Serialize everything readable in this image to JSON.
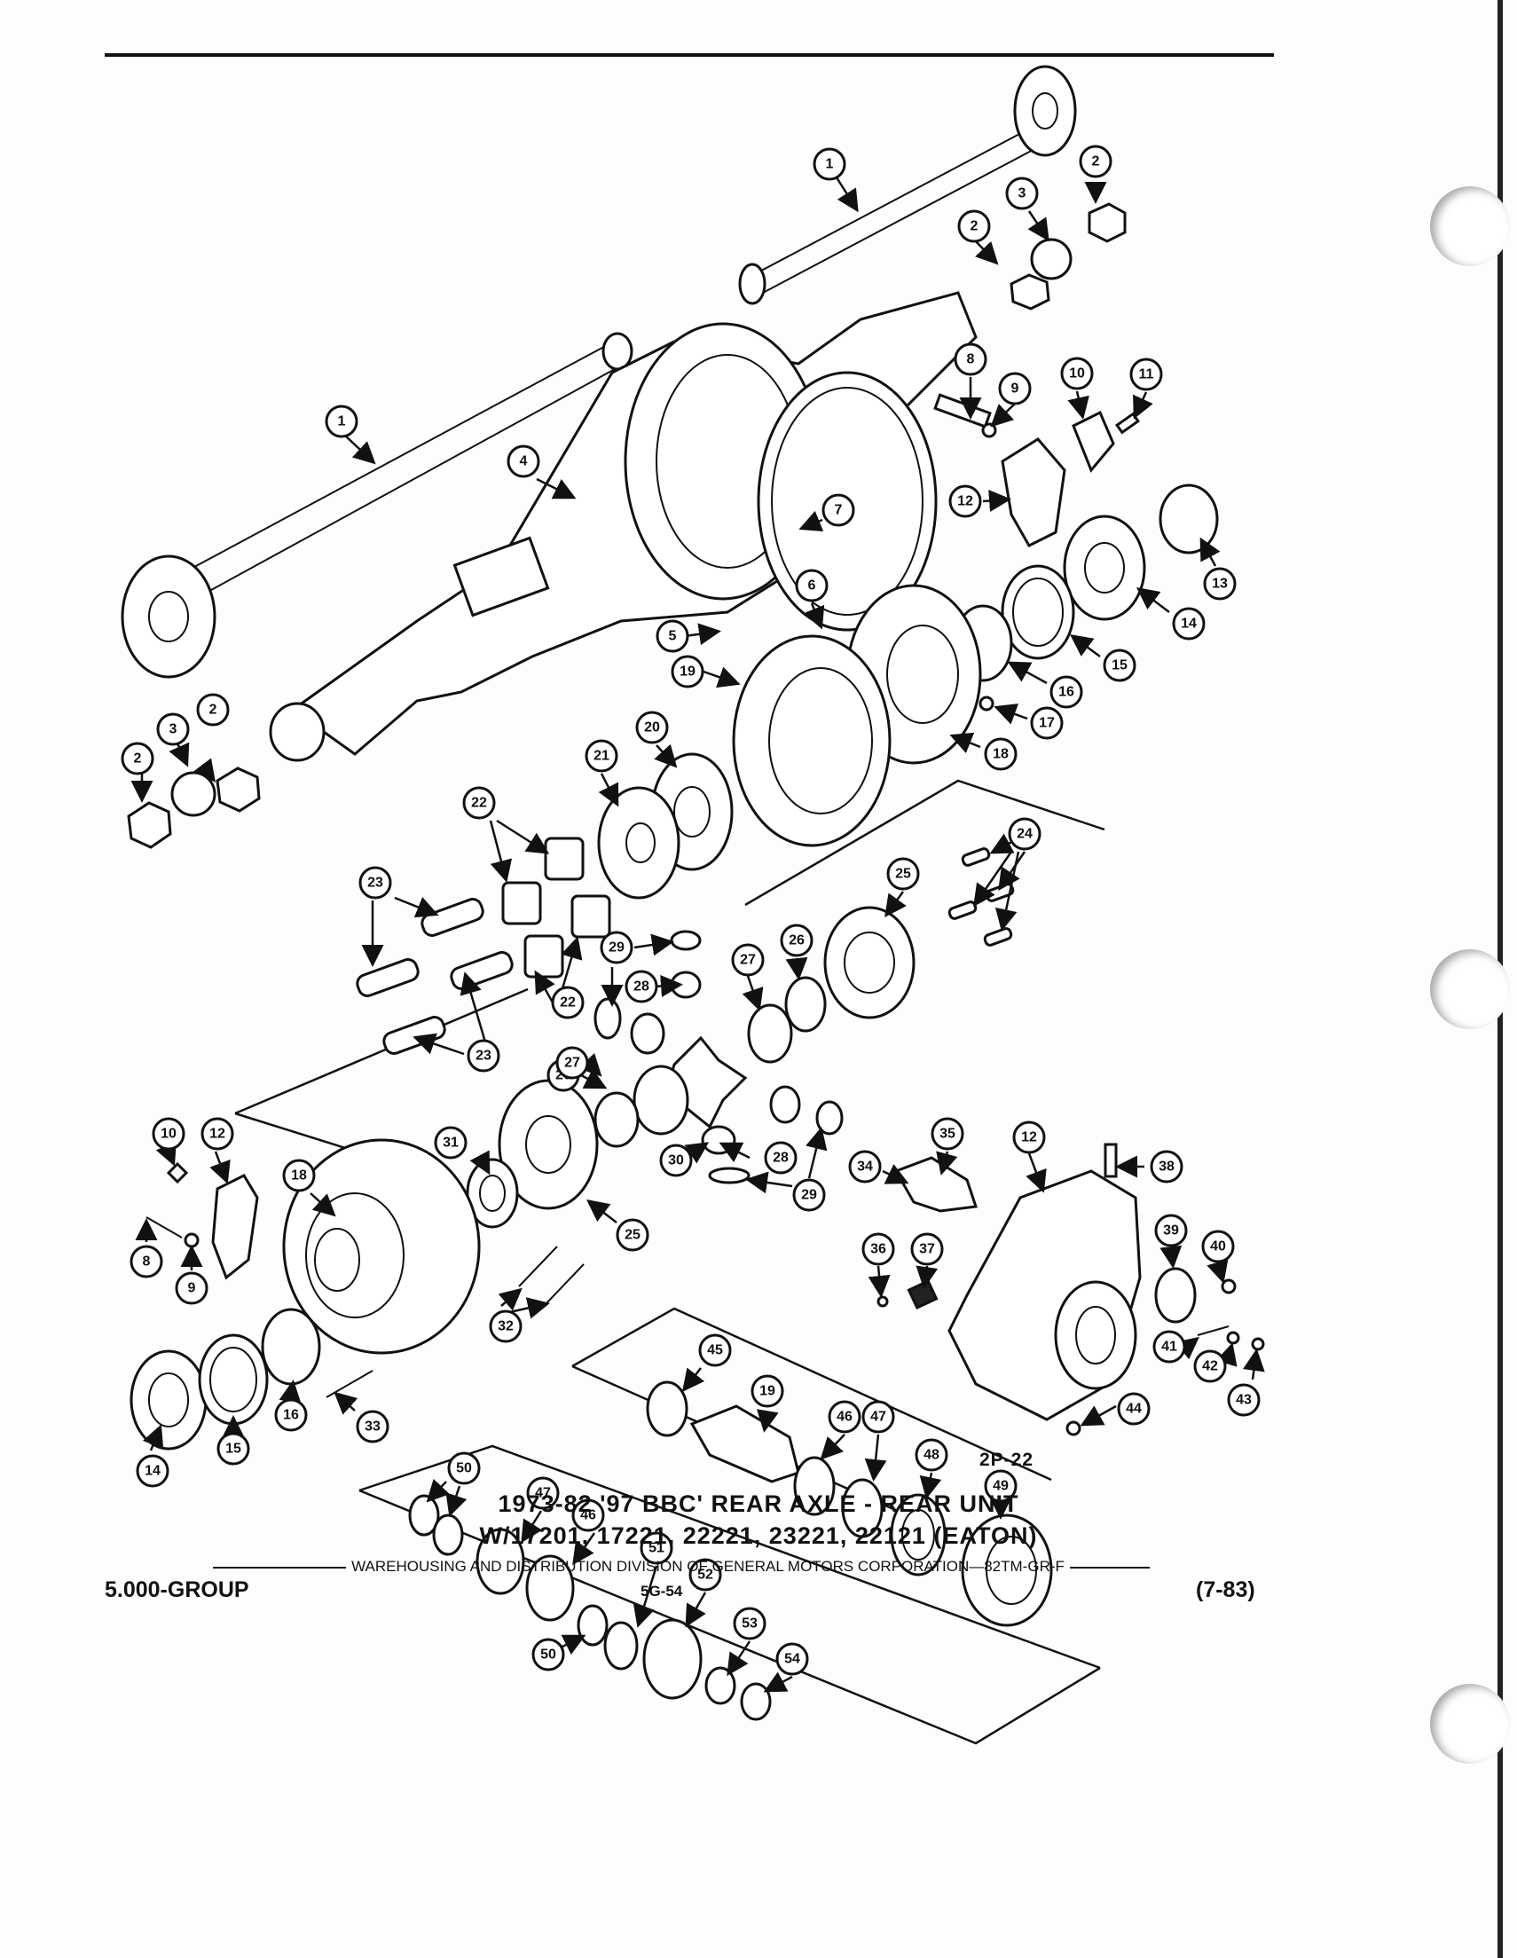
{
  "figure": {
    "figure_number": "2P-22",
    "title_line_1": "1973-82 '97 BBC' REAR AXLE - REAR UNIT",
    "title_line_2": "W/17201, 17221, 22221, 23221, 22121 (EATON)"
  },
  "footer": {
    "publisher": "WAREHOUSING AND DISTRIBUTION  DIVISION OF GENERAL MOTORS CORPORATION—82TM-GR-F",
    "group": "5.000-GROUP",
    "page_number": "5G-54",
    "date_code": "(7-83)"
  },
  "callouts": [
    "1",
    "2",
    "3",
    "4",
    "5",
    "6",
    "7",
    "8",
    "9",
    "10",
    "11",
    "12",
    "13",
    "14",
    "15",
    "16",
    "17",
    "18",
    "19",
    "20",
    "21",
    "22",
    "23",
    "24",
    "25",
    "26",
    "27",
    "28",
    "29",
    "30",
    "31",
    "32",
    "33",
    "34",
    "35",
    "36",
    "37",
    "38",
    "39",
    "40",
    "41",
    "42",
    "43",
    "44",
    "45",
    "46",
    "47",
    "48",
    "49",
    "50",
    "51",
    "52",
    "53",
    "54"
  ],
  "icons": {
    "callout_bubble": "circled-number-icon",
    "leader": "arrow-icon",
    "punch_hole": "binder-hole-icon"
  }
}
